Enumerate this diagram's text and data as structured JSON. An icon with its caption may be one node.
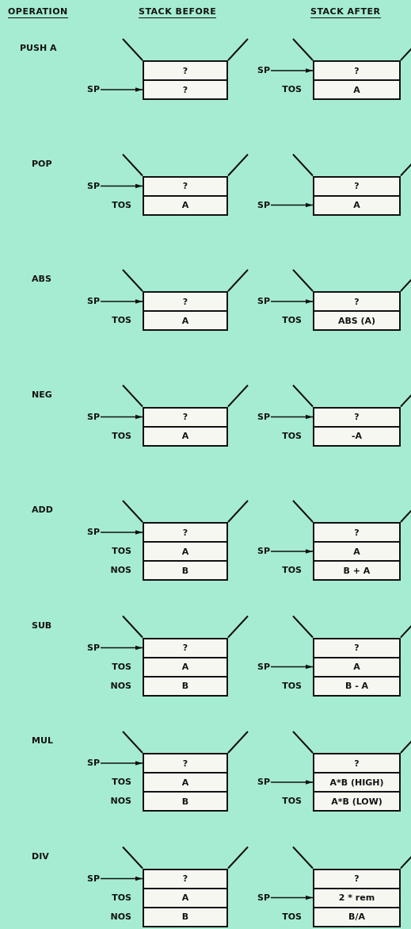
{
  "diagram": {
    "nodes": [
      {
        "text": [
          "SP"
        ]
      },
      {
        "text": [
          "?"
        ]
      },
      {
        "text": [
          "?"
        ]
      },
      {
        "text": [
          "SP"
        ]
      },
      {
        "text": [
          "?"
        ]
      },
      {
        "text": [
          "A"
        ],
        "beside": [
          "TOS"
        ]
      },
      {
        "text": [
          "SP"
        ]
      },
      {
        "text": [
          "?"
        ]
      },
      {
        "text": [
          "A"
        ],
        "beside": [
          "TOS"
        ]
      },
      {
        "text": [
          "SP"
        ]
      },
      {
        "text": [
          "?"
        ]
      },
      {
        "text": [
          "A"
        ]
      },
      {
        "text": [
          "SP"
        ]
      },
      {
        "text": [
          "?"
        ]
      },
      {
        "text": [
          "A"
        ],
        "beside": [
          "TOS"
        ]
      },
      {
        "text": [
          "SP"
        ]
      },
      {
        "text": [
          "?"
        ]
      },
      {
        "text": [
          "ABS (A)"
        ],
        "beside": [
          "TOS"
        ]
      },
      {
        "text": [
          "SP"
        ]
      },
      {
        "text": [
          "?"
        ]
      },
      {
        "text": [
          "A"
        ],
        "beside": [
          "TOS"
        ]
      },
      {
        "text": [
          "SP"
        ]
      },
      {
        "text": [
          "?"
        ]
      },
      {
        "text": [
          "-A"
        ],
        "beside": [
          "TOS"
        ]
      },
      {
        "text": [
          "SP"
        ]
      },
      {
        "text": [
          "?"
        ]
      },
      {
        "text": [
          "A"
        ],
        "beside": [
          "TOS"
        ]
      },
      {
        "text": [
          "B"
        ],
        "beside": [
          "NOS"
        ]
      },
      {
        "text": [
          "SP"
        ]
      },
      {
        "text": [
          "?"
        ]
      },
      {
        "text": [
          "A"
        ]
      },
      {
        "text": [
          "B + A"
        ],
        "beside": [
          "TOS"
        ]
      },
      {
        "text": [
          "SP"
        ]
      },
      {
        "text": [
          "?"
        ]
      },
      {
        "text": [
          "A"
        ],
        "beside": [
          "TOS"
        ]
      },
      {
        "text": [
          "B"
        ],
        "beside": [
          "NOS"
        ]
      },
      {
        "text": [
          "SP"
        ]
      },
      {
        "text": [
          "?"
        ]
      },
      {
        "text": [
          "A"
        ]
      },
      {
        "text": [
          "B - A"
        ],
        "beside": [
          "TOS"
        ]
      },
      {
        "text": [
          "SP"
        ]
      },
      {
        "text": [
          "?"
        ]
      },
      {
        "text": [
          "A"
        ],
        "beside": [
          "TOS"
        ]
      },
      {
        "text": [
          "B"
        ],
        "beside": [
          "NOS"
        ]
      },
      {
        "text": [
          "SP"
        ]
      },
      {
        "text": [
          "?"
        ]
      },
      {
        "text": [
          "A*B (HIGH)"
        ]
      },
      {
        "text": [
          "A*B (LOW)"
        ],
        "beside": [
          "TOS"
        ]
      },
      {
        "text": [
          "SP"
        ]
      },
      {
        "text": [
          "?"
        ]
      },
      {
        "text": [
          "A"
        ],
        "beside": [
          "TOS"
        ]
      },
      {
        "text": [
          "B"
        ],
        "beside": [
          "NOS"
        ]
      },
      {
        "text": [
          "SP"
        ]
      },
      {
        "text": [
          "?"
        ]
      },
      {
        "text": [
          "2 * rem"
        ]
      },
      {
        "text": [
          "B/A"
        ],
        "beside": [
          "TOS"
        ]
      }
    ],
    "edges": [
      {
        "from": 0,
        "to": 2,
        "arrow": "to"
      },
      {
        "from": 3,
        "to": 4,
        "arrow": "to"
      },
      {
        "from": 6,
        "to": 7,
        "arrow": "to"
      },
      {
        "from": 9,
        "to": 11,
        "arrow": "to"
      },
      {
        "from": 12,
        "to": 13,
        "arrow": "to"
      },
      {
        "from": 15,
        "to": 16,
        "arrow": "to"
      },
      {
        "from": 18,
        "to": 19,
        "arrow": "to"
      },
      {
        "from": 21,
        "to": 22,
        "arrow": "to"
      },
      {
        "from": 24,
        "to": 25,
        "arrow": "to"
      },
      {
        "from": 28,
        "to": 30,
        "arrow": "to"
      },
      {
        "from": 32,
        "to": 33,
        "arrow": "to"
      },
      {
        "from": 36,
        "to": 38,
        "arrow": "to"
      },
      {
        "from": 40,
        "to": 41,
        "arrow": "to"
      },
      {
        "from": 44,
        "to": 46,
        "arrow": "to"
      },
      {
        "from": 48,
        "to": 49,
        "arrow": "to"
      },
      {
        "from": 52,
        "to": 54,
        "arrow": "to"
      }
    ],
    "labels": [
      "OPERATION",
      "STACK BEFORE",
      "STACK AFTER",
      "PUSH A",
      "POP",
      "ABS",
      "NEG",
      "ADD",
      "SUB",
      "MUL",
      "DIV"
    ]
  }
}
